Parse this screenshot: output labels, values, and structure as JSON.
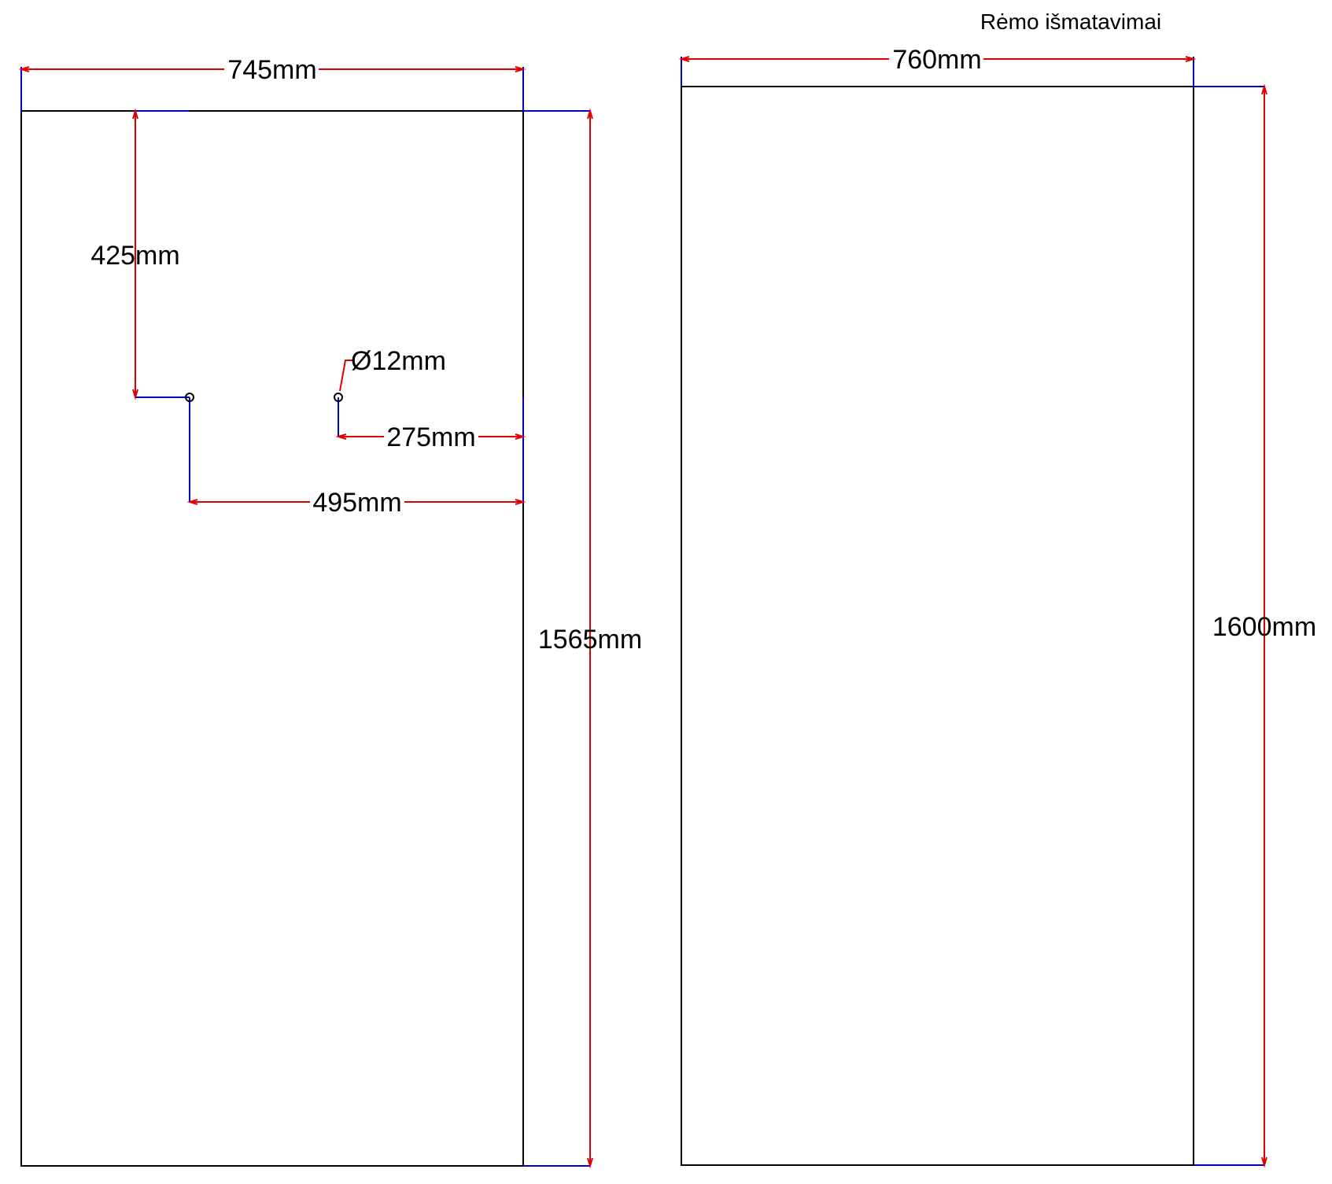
{
  "title": "Rėmo išmatavimai",
  "colors": {
    "outline": "#000000",
    "dimension": "#e00000",
    "extension": "#0000cc",
    "background": "#ffffff"
  },
  "left_panel": {
    "width_label": "745mm",
    "height_label": "1565mm",
    "hole_top_offset_label": "425mm",
    "hole_diameter_label": "Ø12mm",
    "hole_right_offset_label": "275mm",
    "hole_left_from_right_label": "495mm"
  },
  "right_panel": {
    "width_label": "760mm",
    "height_label": "1600mm"
  }
}
